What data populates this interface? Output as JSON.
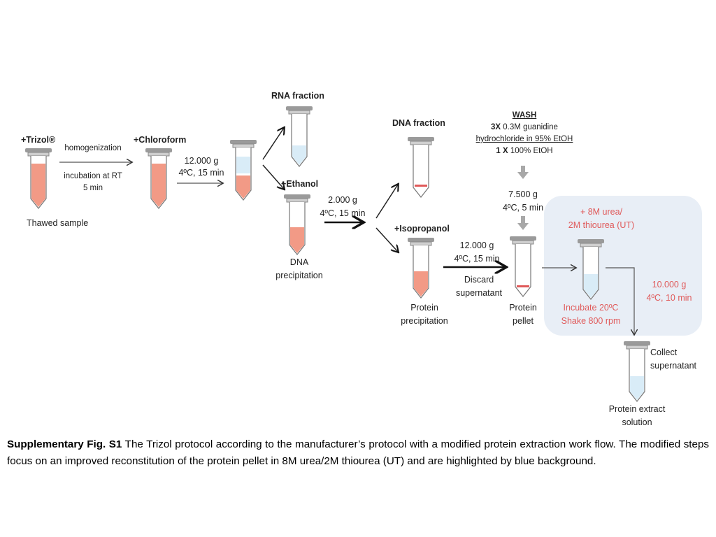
{
  "labels": {
    "trizol": "+Trizol®",
    "homogenization": "homogenization",
    "incubation_rt": "incubation at RT",
    "five_min": "5 min",
    "thawed_sample": "Thawed sample",
    "chloroform": "+Chloroform",
    "spin1_line1": "12.000 g",
    "spin1_line2": "4ºC, 15 min",
    "rna_fraction": "RNA fraction",
    "ethanol": "+Ethanol",
    "dna_precip_line1": "DNA",
    "dna_precip_line2": "precipitation",
    "spin2_line1": "2.000 g",
    "spin2_line2": "4ºC, 15 min",
    "dna_fraction": "DNA fraction",
    "isopropanol": "+Isopropanol",
    "protein_precip_line1": "Protein",
    "protein_precip_line2": "precipitation",
    "spin3_line1": "12.000 g",
    "spin3_line2": "4ºC, 15 min",
    "discard_line1": "Discard",
    "discard_line2": "supernatant",
    "wash_title": "WASH",
    "wash_line1_bold": "3X",
    "wash_line1_rest": " 0.3M guanidine",
    "wash_line2": "hydrochloride in 95% EtOH",
    "wash_line3_bold": "1 X",
    "wash_line3_rest": " 100% EtOH",
    "spin4_line1": "7.500 g",
    "spin4_line2": "4ºC, 5 min",
    "protein_pellet_line1": "Protein",
    "protein_pellet_line2": "pellet",
    "urea_line1": "+ 8M urea/",
    "urea_line2": "2M thiourea (UT)",
    "incubate_line1": "Incubate 20ºC",
    "incubate_line2": "Shake 800 rpm",
    "spin5_line1": "10.000 g",
    "spin5_line2": "4ºC, 10 min",
    "collect_line1": "Collect",
    "collect_line2": "supernatant",
    "extract_line1": "Protein extract",
    "extract_line2": "solution"
  },
  "caption": {
    "bold": "Supplementary Fig. S1",
    "text": " The Trizol protocol according to the manufacturer’s protocol with a modified protein extraction work flow. The modified steps focus on an improved reconstitution of the protein pellet in 8M urea/2M thiourea (UT) and are highlighted by blue background."
  },
  "colors": {
    "sample_red": "#f29a86",
    "aqueous_blue": "#d9ecf7",
    "highlight_blue": "#e8eef6",
    "accent_red": "#e05a5a"
  }
}
